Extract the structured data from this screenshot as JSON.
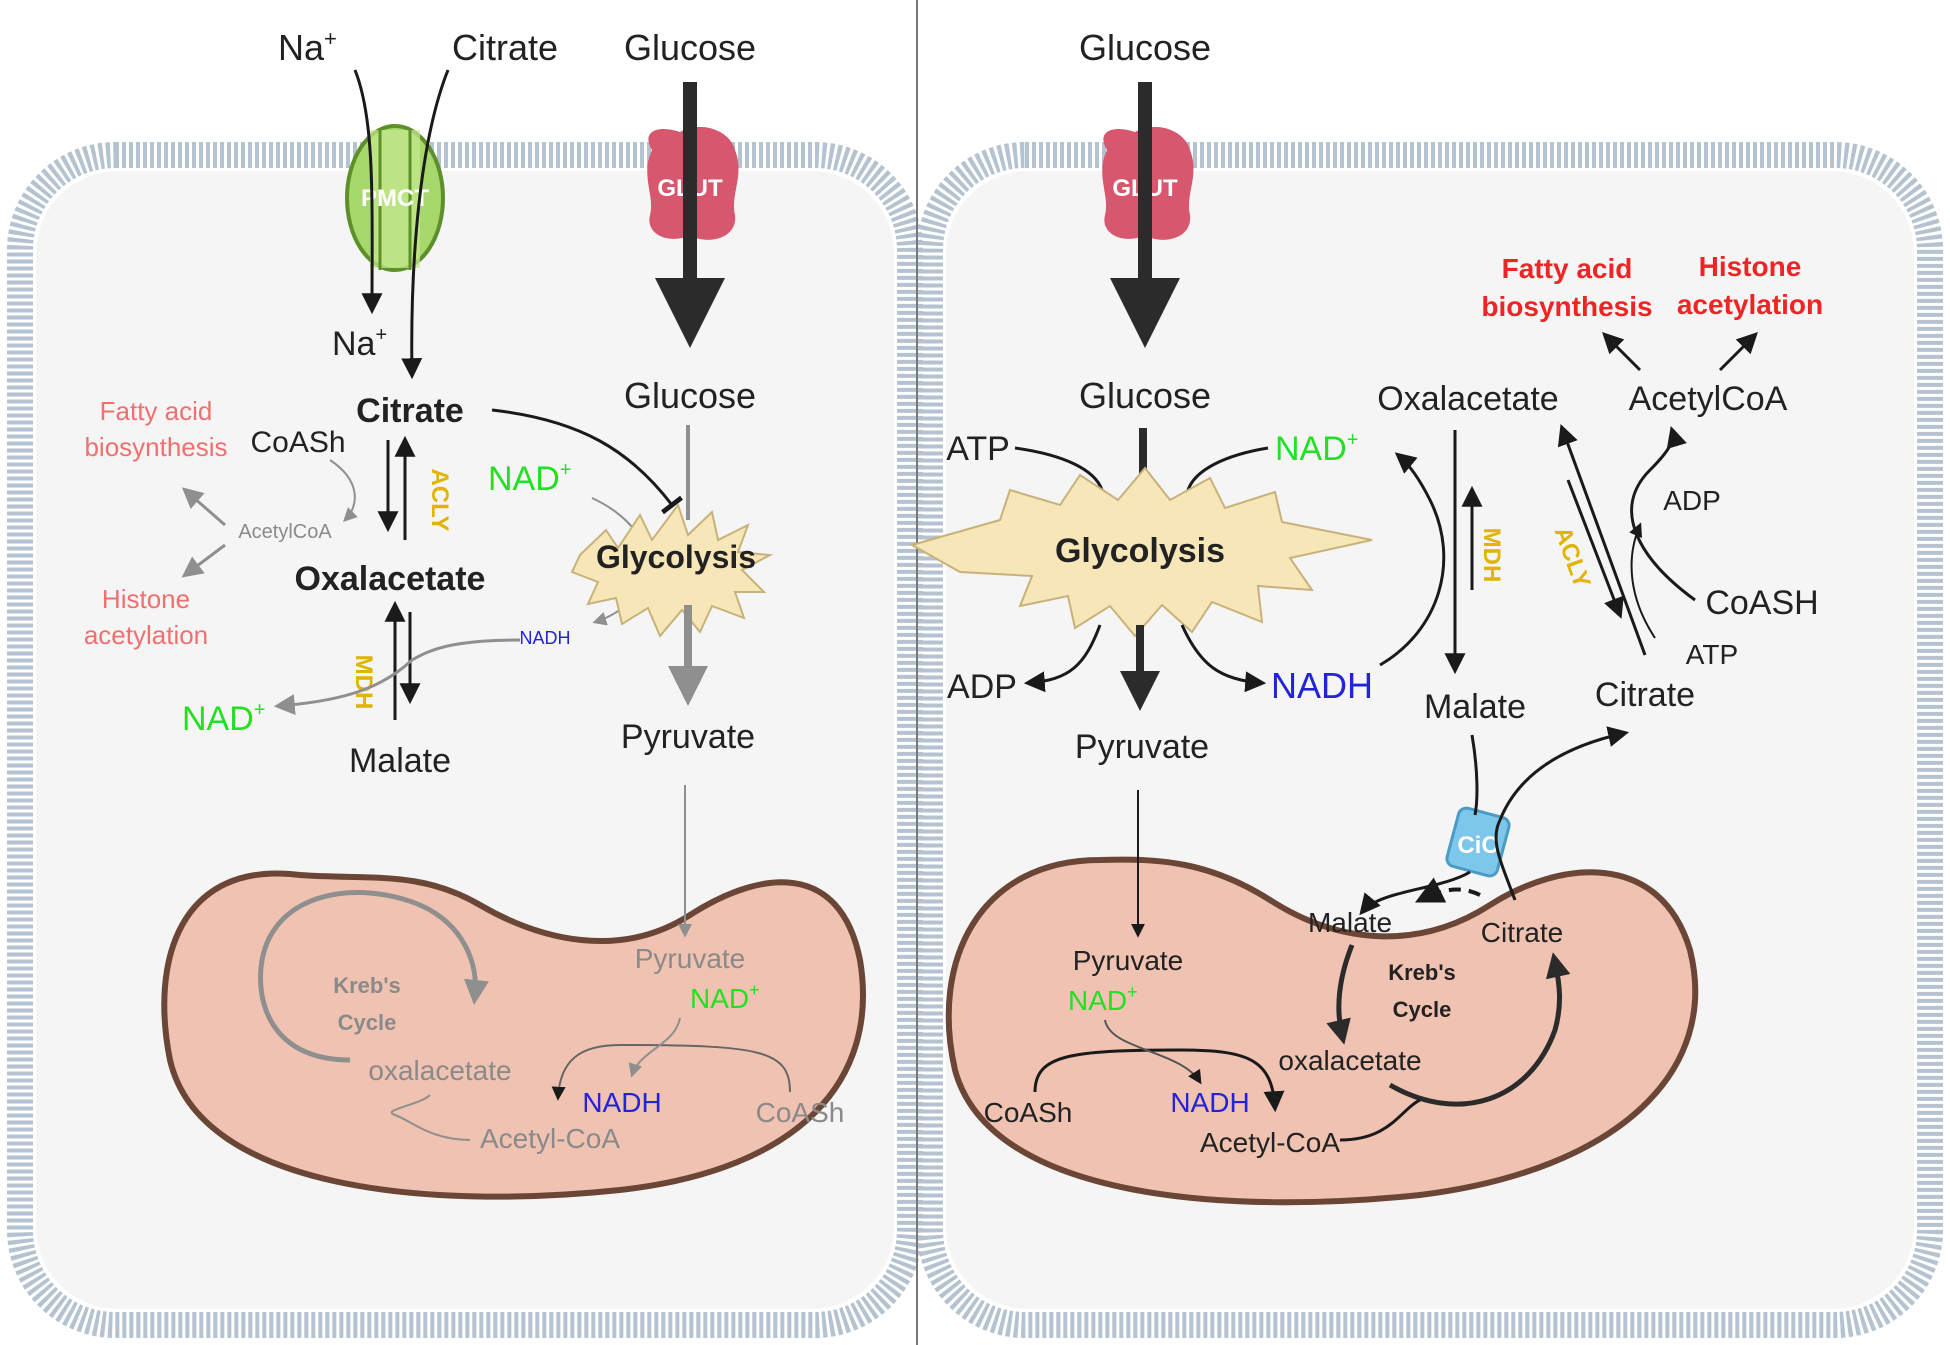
{
  "colors": {
    "membrane": "#b5c2d0",
    "cytoplasm": "#f4f4f4",
    "mitochondrion": "#efc2b2",
    "mito_border": "#6b4636",
    "glut": "#d6576e",
    "pmct": "#a7d86c",
    "cic": "#7cc7ea",
    "glycolysis_burst": "#f6e6b8",
    "green": "#22e022",
    "blue": "#2323d8",
    "red": "#ef2424",
    "gold": "#e0b400"
  },
  "icons": {
    "glut_transporter": "glut-transporter-icon",
    "pmct_transporter": "pmct-transporter-icon",
    "cic_transporter": "cic-transporter-icon",
    "glycolysis_burst": "starburst-icon"
  },
  "left_panel": {
    "na_top": "Na",
    "na_sup": "+",
    "citrate_top": "Citrate",
    "glucose_top": "Glucose",
    "pmct_label": "PMCT",
    "glut_label": "GLUT",
    "na_inside": "Na",
    "na_inside_sup": "+",
    "citrate": "Citrate",
    "coash": "CoASh",
    "acetylcoa": "AcetylCoA",
    "fatty_acid_1": "Fatty acid",
    "fatty_acid_2": "biosynthesis",
    "histone_1": "Histone",
    "histone_2": "acetylation",
    "acly": "ACLY",
    "oxalacetate": "Oxalacetate",
    "mdh": "MDH",
    "nadh_small": "NADH",
    "nad_plus_left": "NAD",
    "nad_plus_left_sup": "+",
    "malate": "Malate",
    "nad_plus_mid": "NAD",
    "nad_plus_mid_sup": "+",
    "glucose_inside": "Glucose",
    "glycolysis": "Glycolysis",
    "pyruvate": "Pyruvate",
    "mito": {
      "kreb_1": "Kreb's",
      "kreb_2": "Cycle",
      "oxalacetate": "oxalacetate",
      "acetyl_coa": "Acetyl-CoA",
      "pyruvate": "Pyruvate",
      "nad_plus": "NAD",
      "nad_plus_sup": "+",
      "nadh": "NADH",
      "coash": "CoASh"
    }
  },
  "right_panel": {
    "glucose_top": "Glucose",
    "glut_label": "GLUT",
    "glucose_inside": "Glucose",
    "atp_left": "ATP",
    "nad_plus": "NAD",
    "nad_plus_sup": "+",
    "glycolysis": "Glycolysis",
    "adp_left": "ADP",
    "nadh": "NADH",
    "pyruvate": "Pyruvate",
    "oxalacetate": "Oxalacetate",
    "acetylcoa": "AcetylCoA",
    "fatty_acid_1": "Fatty acid",
    "fatty_acid_2": "biosynthesis",
    "histone_1": "Histone",
    "histone_2": "acetylation",
    "mdh": "MDH",
    "acly": "ACLY",
    "adp": "ADP",
    "coash": "CoASH",
    "atp": "ATP",
    "malate": "Malate",
    "citrate": "Citrate",
    "cic_label": "CiC",
    "mito": {
      "malate": "Malate",
      "citrate": "Citrate",
      "kreb_1": "Kreb's",
      "kreb_2": "Cycle",
      "oxalacetate": "oxalacetate",
      "pyruvate": "Pyruvate",
      "nad_plus": "NAD",
      "nad_plus_sup": "+",
      "coash": "CoASh",
      "nadh": "NADH",
      "acetyl_coa": "Acetyl-CoA"
    }
  }
}
